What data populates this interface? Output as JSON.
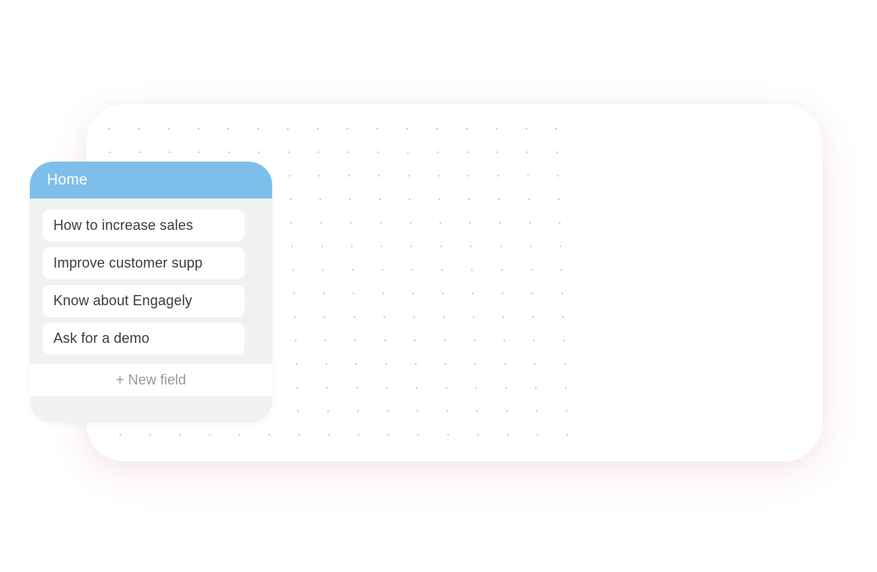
{
  "canvas": {
    "dot_color": "#c7c7c7"
  },
  "node": {
    "title": "Home",
    "header_color": "#7dbfea",
    "options": [
      {
        "label": "How to increase sales"
      },
      {
        "label": "Improve customer supp"
      },
      {
        "label": "Know about Engagely"
      },
      {
        "label": "Ask for a demo"
      }
    ],
    "new_field_label": "+ New field"
  }
}
